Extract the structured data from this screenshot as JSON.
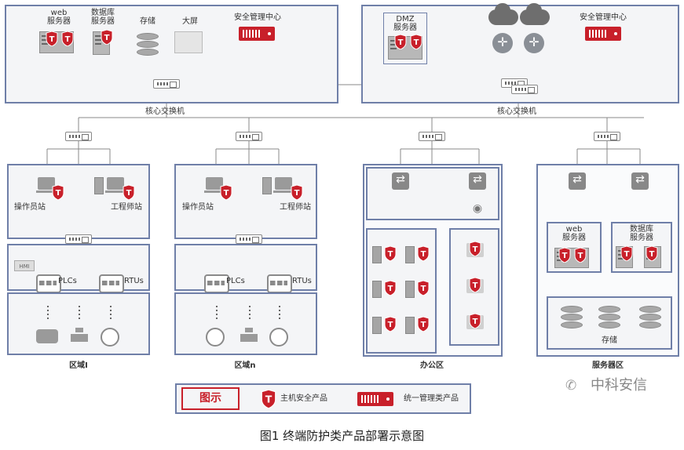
{
  "top_left": {
    "web_server": "web\n服务器",
    "db_server": "数据库\n服务器",
    "storage": "存储",
    "big_screen": "大屏",
    "security_center": "安全管理中心",
    "core_switch": "核心交换机"
  },
  "top_right": {
    "dmz_server": "DMZ\n服务器",
    "security_center": "安全管理中心",
    "core_switch": "核心交换机"
  },
  "zones": {
    "zone1": {
      "operator": "操作员站",
      "engineer": "工程师站",
      "hmi": "HMI",
      "plcs": "PLCs",
      "rtus": "RTUs",
      "label": "区域I"
    },
    "zone_n": {
      "operator": "操作员站",
      "engineer": "工程师站",
      "plcs": "PLCs",
      "rtus": "RTUs",
      "label": "区域n"
    },
    "office": {
      "label": "办公区"
    },
    "server": {
      "web_server": "web\n服务器",
      "db_server": "数据库\n服务器",
      "storage": "存储",
      "label": "服务器区"
    }
  },
  "legend": {
    "title": "图示",
    "host_product": "主机安全产品",
    "unified_product": "统一管理类产品"
  },
  "watermark": "中科安信",
  "caption": "图1 终端防护类产品部署示意图",
  "colors": {
    "accent_red": "#c8202a",
    "box_border": "#6f7fa8"
  }
}
